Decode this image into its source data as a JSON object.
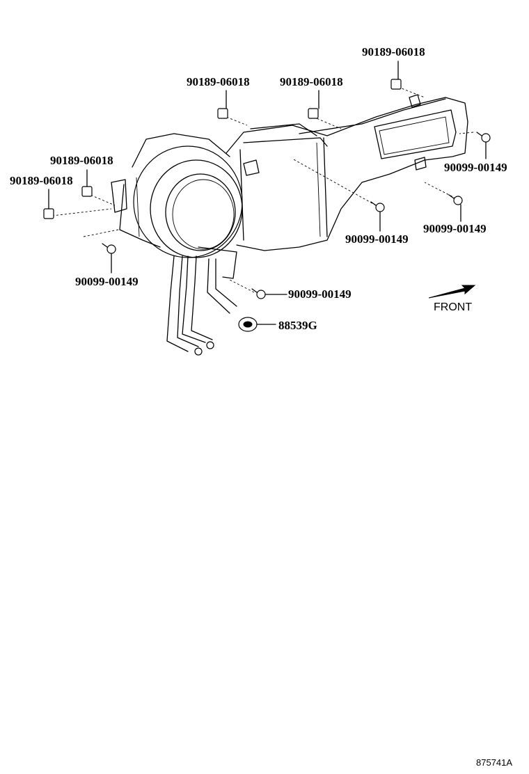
{
  "parts": {
    "clip_top_right": "90189-06018",
    "clip_top_mid": "90189-06018",
    "clip_top_center": "90189-06018",
    "clip_left_upper": "90189-06018",
    "clip_left_lower": "90189-06018",
    "screw_right_upper": "90099-00149",
    "screw_right_lower": "90099-00149",
    "screw_center": "90099-00149",
    "screw_left": "90099-00149",
    "screw_bottom": "90099-00149",
    "grommet": "88539G"
  },
  "front_label": "FRONT",
  "reference_number": "875741A"
}
